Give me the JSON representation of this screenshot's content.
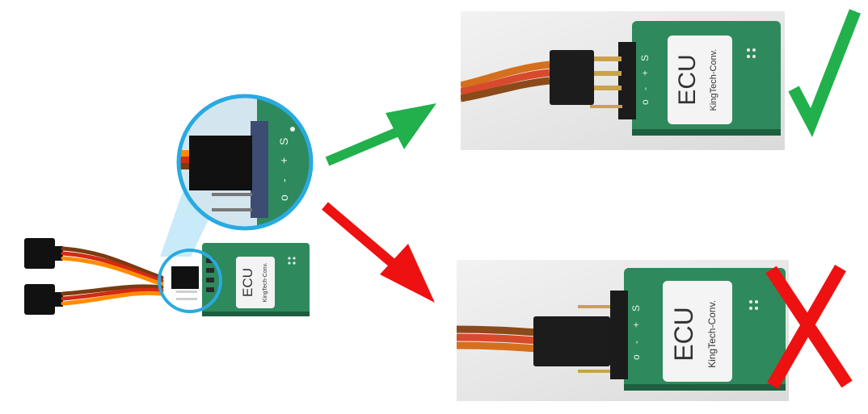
{
  "module": {
    "title": "ECU",
    "subtitle": "KingTech-Conv.",
    "pin_labels": [
      "S",
      "+",
      "-",
      "o"
    ]
  },
  "results": {
    "correct_symbol": "✓",
    "wrong_symbol": "✗"
  },
  "colors": {
    "board_green": "#2e8a5c",
    "highlight_blue": "#29aae1",
    "arrow_correct": "#21b04b",
    "arrow_wrong": "#ee1111",
    "wire_orange": "#ff8c00",
    "wire_red": "#d42a14",
    "wire_brown": "#7a3b10"
  }
}
